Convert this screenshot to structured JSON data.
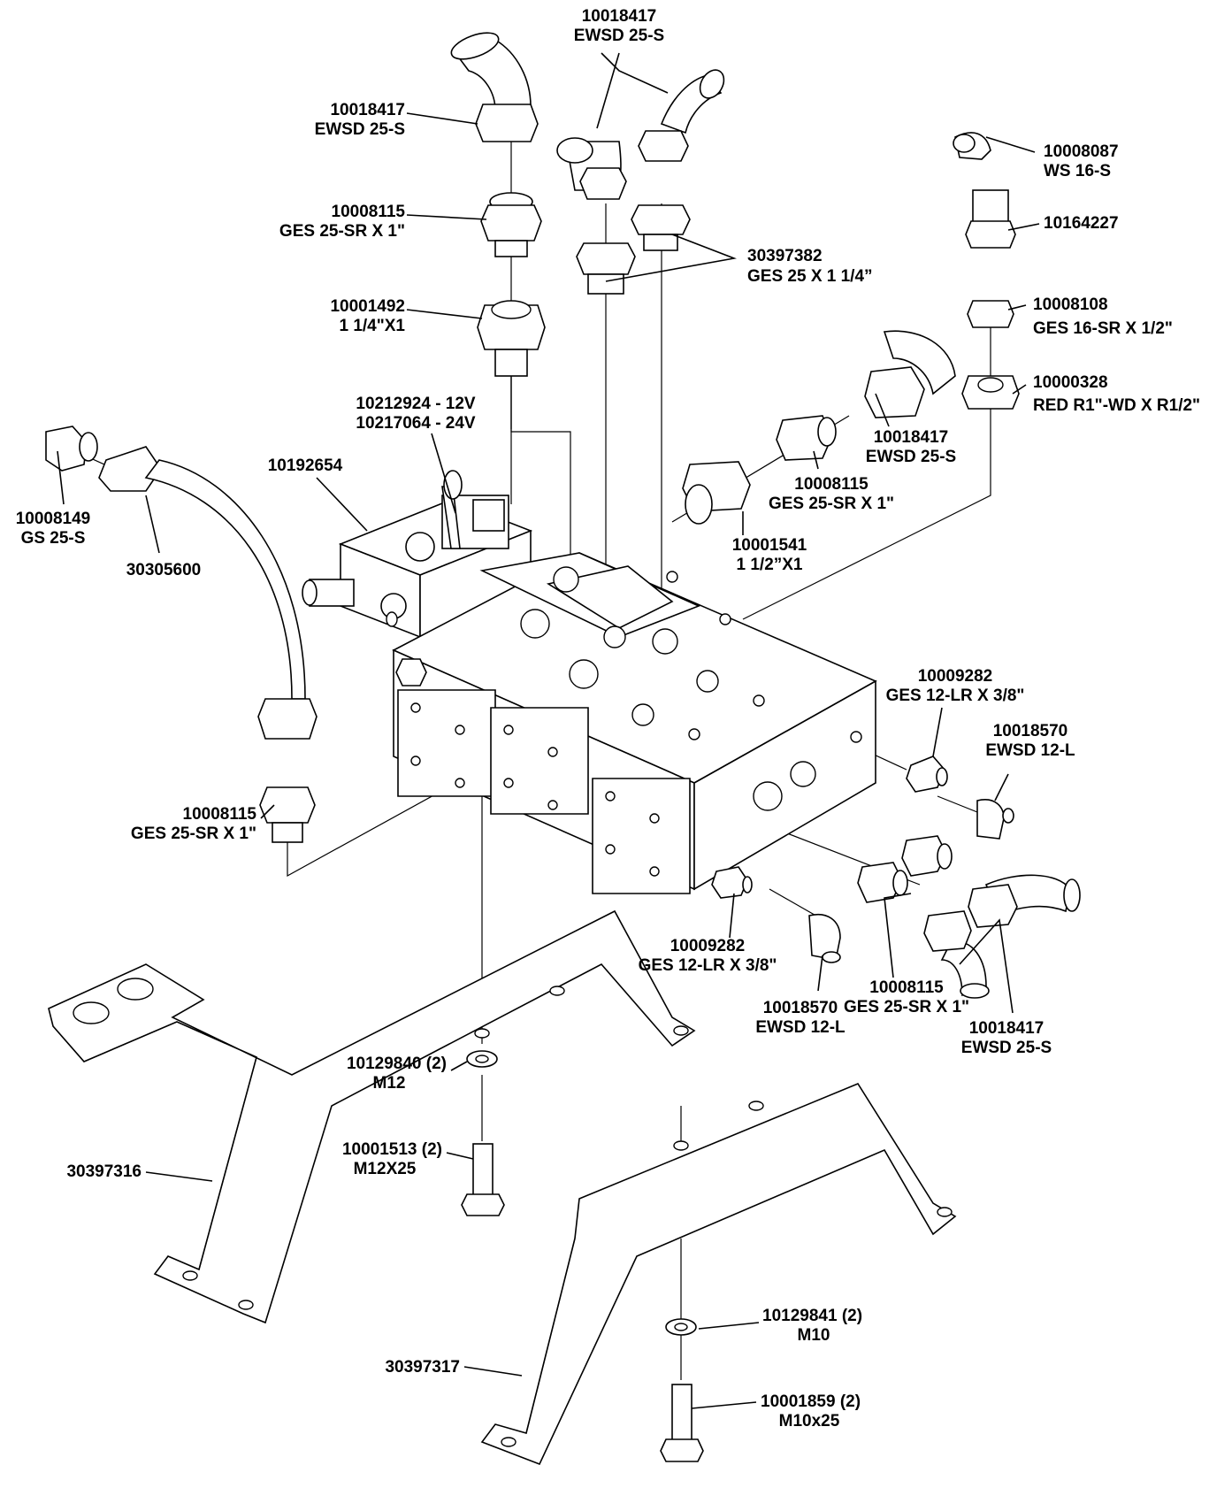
{
  "callouts": {
    "c_top_ewsd_pair": [
      "10018417",
      "EWSD 25-S"
    ],
    "c_left_ewsd": [
      "10018417",
      "EWSD 25-S"
    ],
    "c_ges_left": [
      "10008115",
      "GES 25-SR X 1\""
    ],
    "c_red_1492": [
      "10001492",
      "1 1/4\"X1"
    ],
    "c_ws16": [
      "10008087",
      "WS 16-S"
    ],
    "c_10164227": [
      "10164227"
    ],
    "c_ges25_114": [
      "30397382",
      "GES 25 X 1 1/4”"
    ],
    "c_ges16": [
      "10008108",
      "GES 16-SR X 1/2\""
    ],
    "c_red_r1": [
      "10000328",
      "RED R1\"-WD X R1/2\""
    ],
    "c_valve": [
      "10212924 - 12V",
      "10217064 - 24V"
    ],
    "c_10192654": [
      "10192654"
    ],
    "c_gs25": [
      "10008149",
      "GS 25-S"
    ],
    "c_30305600": [
      "30305600"
    ],
    "c_ewsd_mid": [
      "10018417",
      "EWSD 25-S"
    ],
    "c_ges_mid": [
      "10008115",
      "GES 25-SR X 1\""
    ],
    "c_red_1541": [
      "10001541",
      "1 1/2”X1"
    ],
    "c_ges12_right": [
      "10009282",
      "GES 12-LR X 3/8\""
    ],
    "c_ewsd12_right": [
      "10018570",
      "EWSD 12-L"
    ],
    "c_ges_lower_left": [
      "10008115",
      "GES 25-SR X 1\""
    ],
    "c_ges12_lower": [
      "10009282",
      "GES 12-LR X 3/8\""
    ],
    "c_ewsd12_lower": [
      "10018570",
      "EWSD 12-L"
    ],
    "c_ges_lower_right": [
      "10008115",
      "GES 25-SR X 1\""
    ],
    "c_ewsd_lower_right": [
      "10018417",
      "EWSD 25-S"
    ],
    "c_bracket_upper": [
      "30397316"
    ],
    "c_washer_m12": [
      "10129840 (2)",
      "M12"
    ],
    "c_bolt_m12": [
      "10001513 (2)",
      "M12X25"
    ],
    "c_bracket_lower": [
      "30397317"
    ],
    "c_washer_m10": [
      "10129841 (2)",
      "M10"
    ],
    "c_bolt_m10": [
      "10001859 (2)",
      "M10x25"
    ]
  }
}
